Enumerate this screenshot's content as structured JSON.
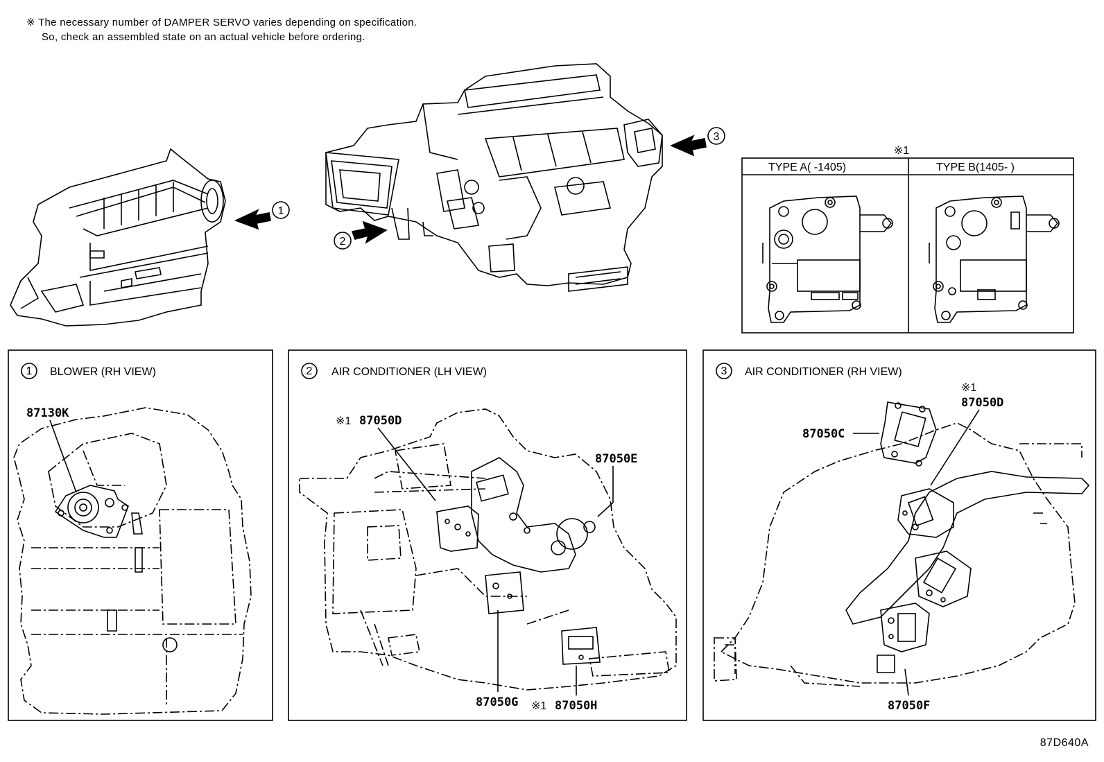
{
  "note": {
    "line1": "※ The necessary number of DAMPER SERVO varies depending on specification.",
    "line2": "So, check an assembled state on an actual vehicle before ordering."
  },
  "callouts": {
    "c1": "1",
    "c2": "2",
    "c3": "3"
  },
  "servo_types": {
    "mark": "※1",
    "type_a": "TYPE A(        -1405)",
    "type_b": "TYPE B(1405-        )"
  },
  "panels": {
    "p1": {
      "num": "1",
      "title": "BLOWER (RH VIEW)",
      "parts": [
        "87130K"
      ]
    },
    "p2": {
      "num": "2",
      "title": "AIR CONDITIONER (LH VIEW)",
      "mark1": "※1",
      "mark2": "※1",
      "parts": [
        "87050D",
        "87050E",
        "87050G",
        "87050H"
      ]
    },
    "p3": {
      "num": "3",
      "title": "AIR CONDITIONER (RH VIEW)",
      "mark": "※1",
      "parts": [
        "87050D",
        "87050C",
        "87050F"
      ]
    }
  },
  "doc_id": "87D640A"
}
